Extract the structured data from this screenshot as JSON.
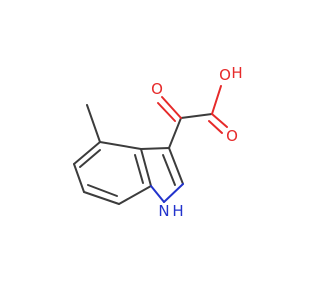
{
  "atoms": {
    "carbonyl_oxygen": "O",
    "hydroxyl_oxygen": "O",
    "hydroxyl_hydrogen": "H",
    "acid_oxygen": "O",
    "ring_nitrogen": "N",
    "ring_nitrogen_hydrogen": "H"
  },
  "colors": {
    "bond": "#3c3c3c",
    "oxygen": "#e62a2a",
    "nitrogen": "#2233cc",
    "background": "#ffffff"
  }
}
